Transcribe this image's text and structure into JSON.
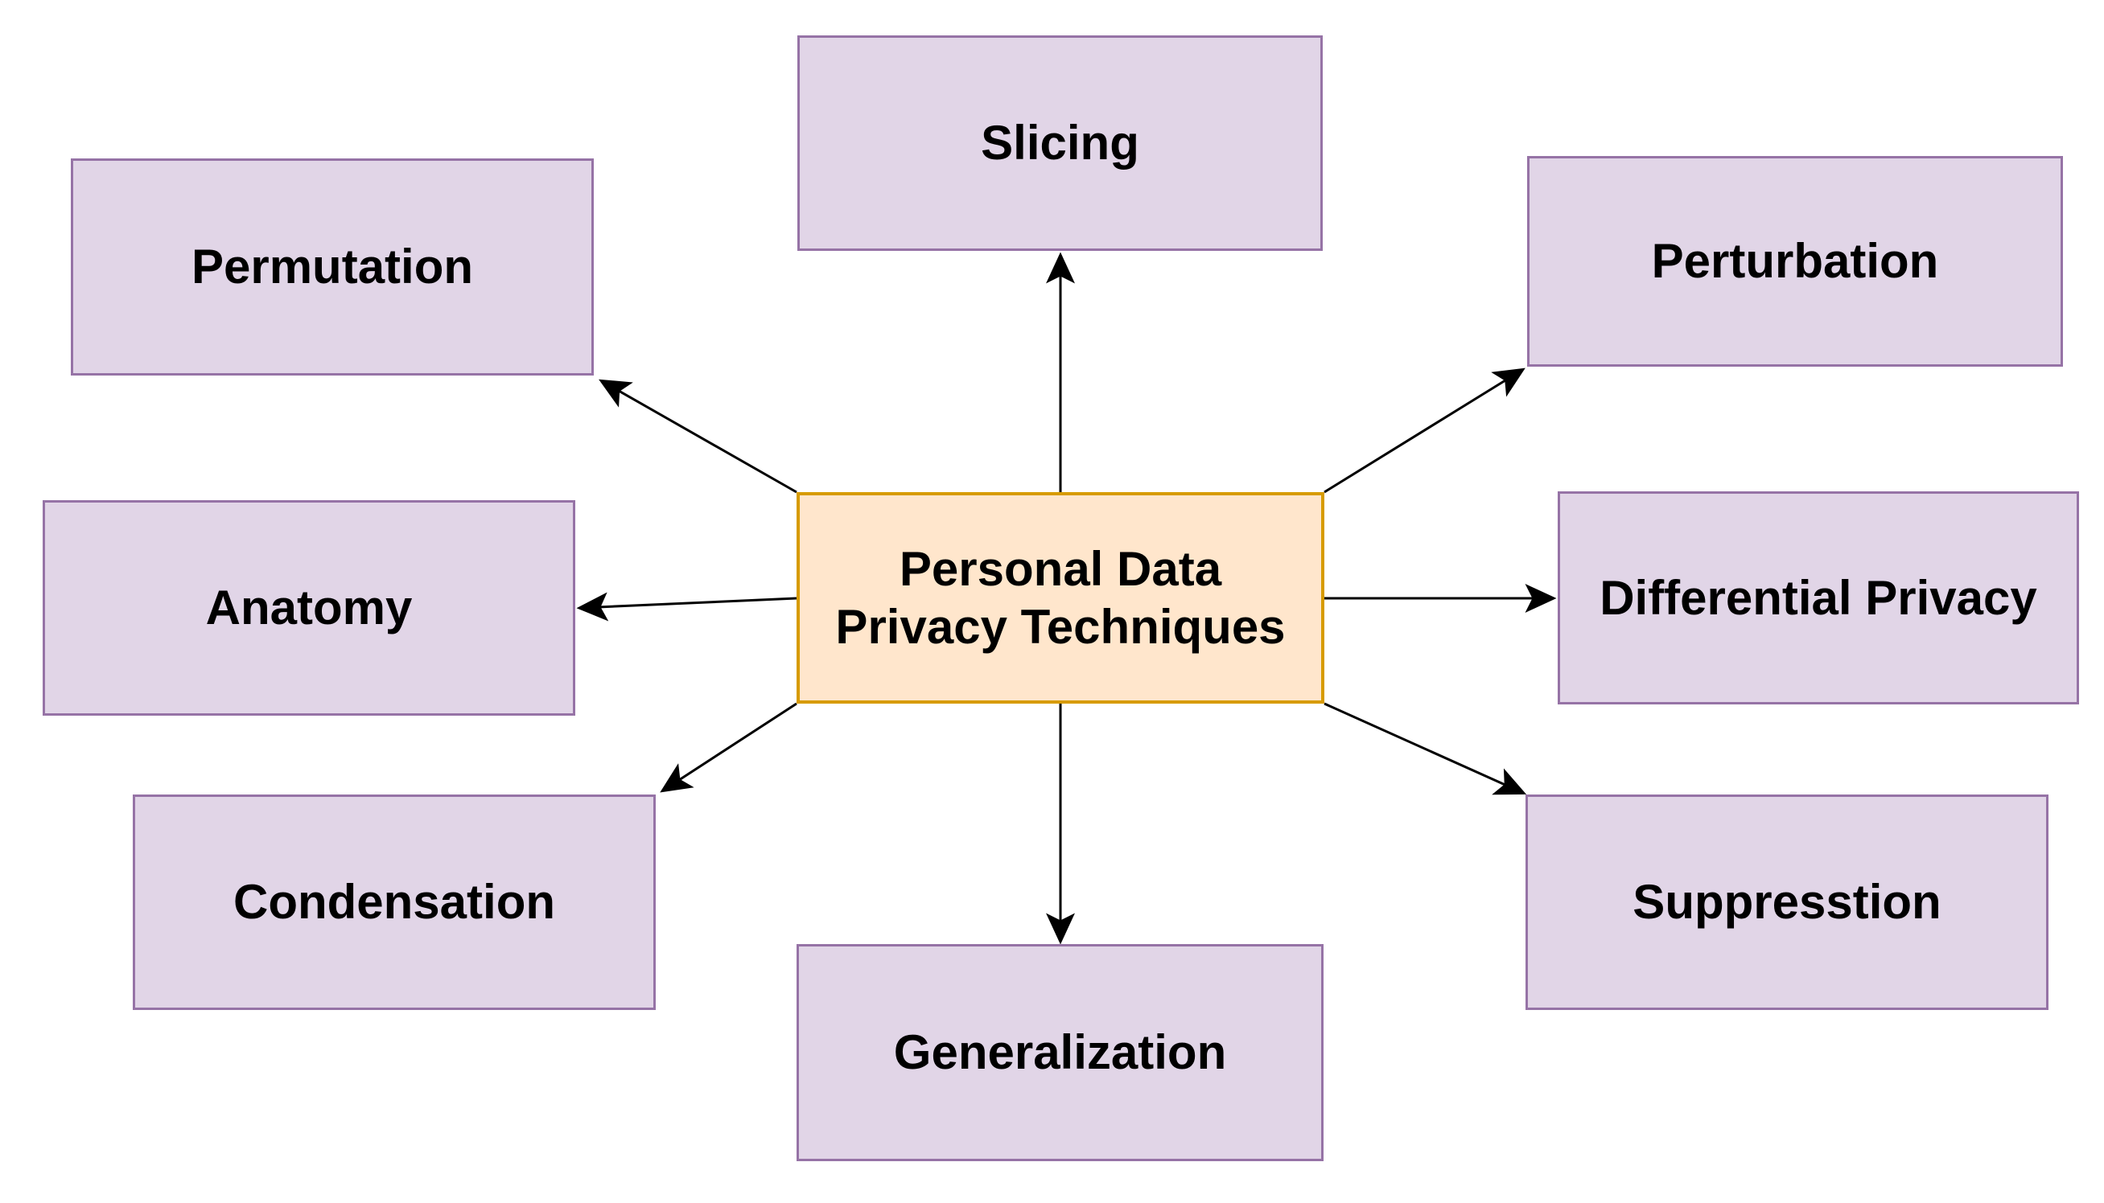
{
  "diagram": {
    "type": "radial-concept-diagram",
    "colors": {
      "background": "#ffffff",
      "satellite_fill": "#E1D5E7",
      "satellite_border": "#9673A6",
      "center_fill": "#FFE6CC",
      "center_border": "#D79B00",
      "arrow": "#000000",
      "text": "#000000"
    },
    "center_node": {
      "id": "center",
      "label": "Personal Data\nPrivacy Techniques"
    },
    "nodes": {
      "slicing": {
        "id": "slicing",
        "label": "Slicing"
      },
      "permutation": {
        "id": "permutation",
        "label": "Permutation"
      },
      "perturbation": {
        "id": "perturbation",
        "label": "Perturbation"
      },
      "anatomy": {
        "id": "anatomy",
        "label": "Anatomy"
      },
      "differential_privacy": {
        "id": "differential_privacy",
        "label": "Differential Privacy"
      },
      "condensation": {
        "id": "condensation",
        "label": "Condensation"
      },
      "suppresstion": {
        "id": "suppresstion",
        "label": "Suppresstion"
      },
      "generalization": {
        "id": "generalization",
        "label": "Generalization"
      }
    },
    "edges": [
      {
        "from": "center",
        "to": "slicing",
        "direction": "up"
      },
      {
        "from": "center",
        "to": "permutation",
        "direction": "up-left"
      },
      {
        "from": "center",
        "to": "perturbation",
        "direction": "up-right"
      },
      {
        "from": "center",
        "to": "anatomy",
        "direction": "left"
      },
      {
        "from": "center",
        "to": "differential_privacy",
        "direction": "right"
      },
      {
        "from": "center",
        "to": "condensation",
        "direction": "down-left"
      },
      {
        "from": "center",
        "to": "suppresstion",
        "direction": "down-right"
      },
      {
        "from": "center",
        "to": "generalization",
        "direction": "down"
      }
    ]
  }
}
